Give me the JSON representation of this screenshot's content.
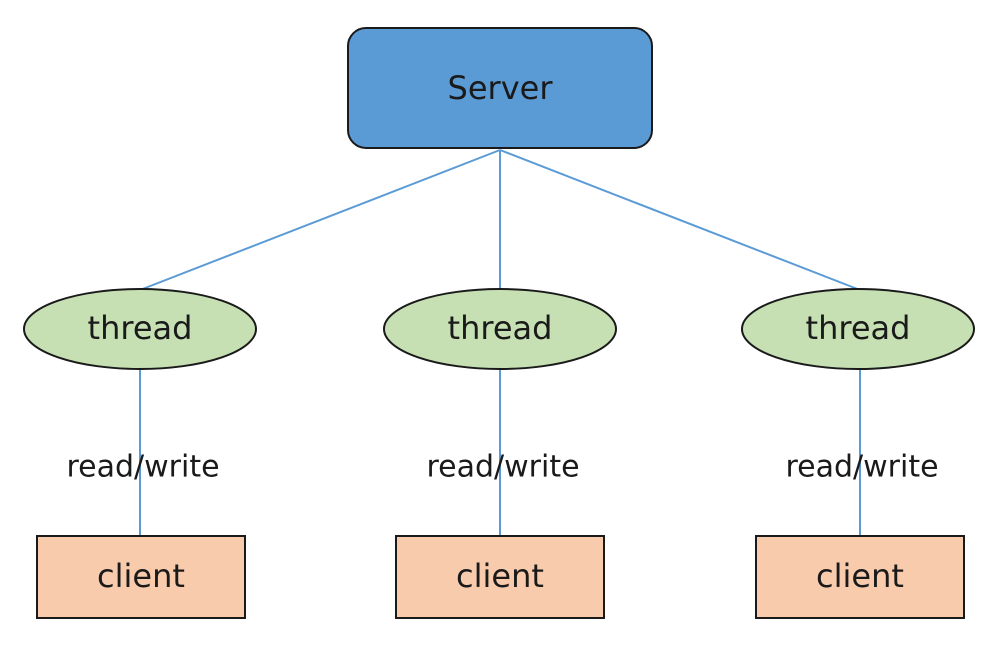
{
  "colors": {
    "server_fill": "#5b9bd5",
    "thread_fill": "#c6e0b4",
    "client_fill": "#f8cbad",
    "connector": "#5b9bd5",
    "outline": "#1a1a1a",
    "text": "#1a1a1a"
  },
  "server": {
    "label": "Server"
  },
  "branches": [
    {
      "thread": {
        "label": "thread"
      },
      "link": {
        "label": "read/write"
      },
      "client": {
        "label": "client"
      }
    },
    {
      "thread": {
        "label": "thread"
      },
      "link": {
        "label": "read/write"
      },
      "client": {
        "label": "client"
      }
    },
    {
      "thread": {
        "label": "thread"
      },
      "link": {
        "label": "read/write"
      },
      "client": {
        "label": "client"
      }
    }
  ]
}
